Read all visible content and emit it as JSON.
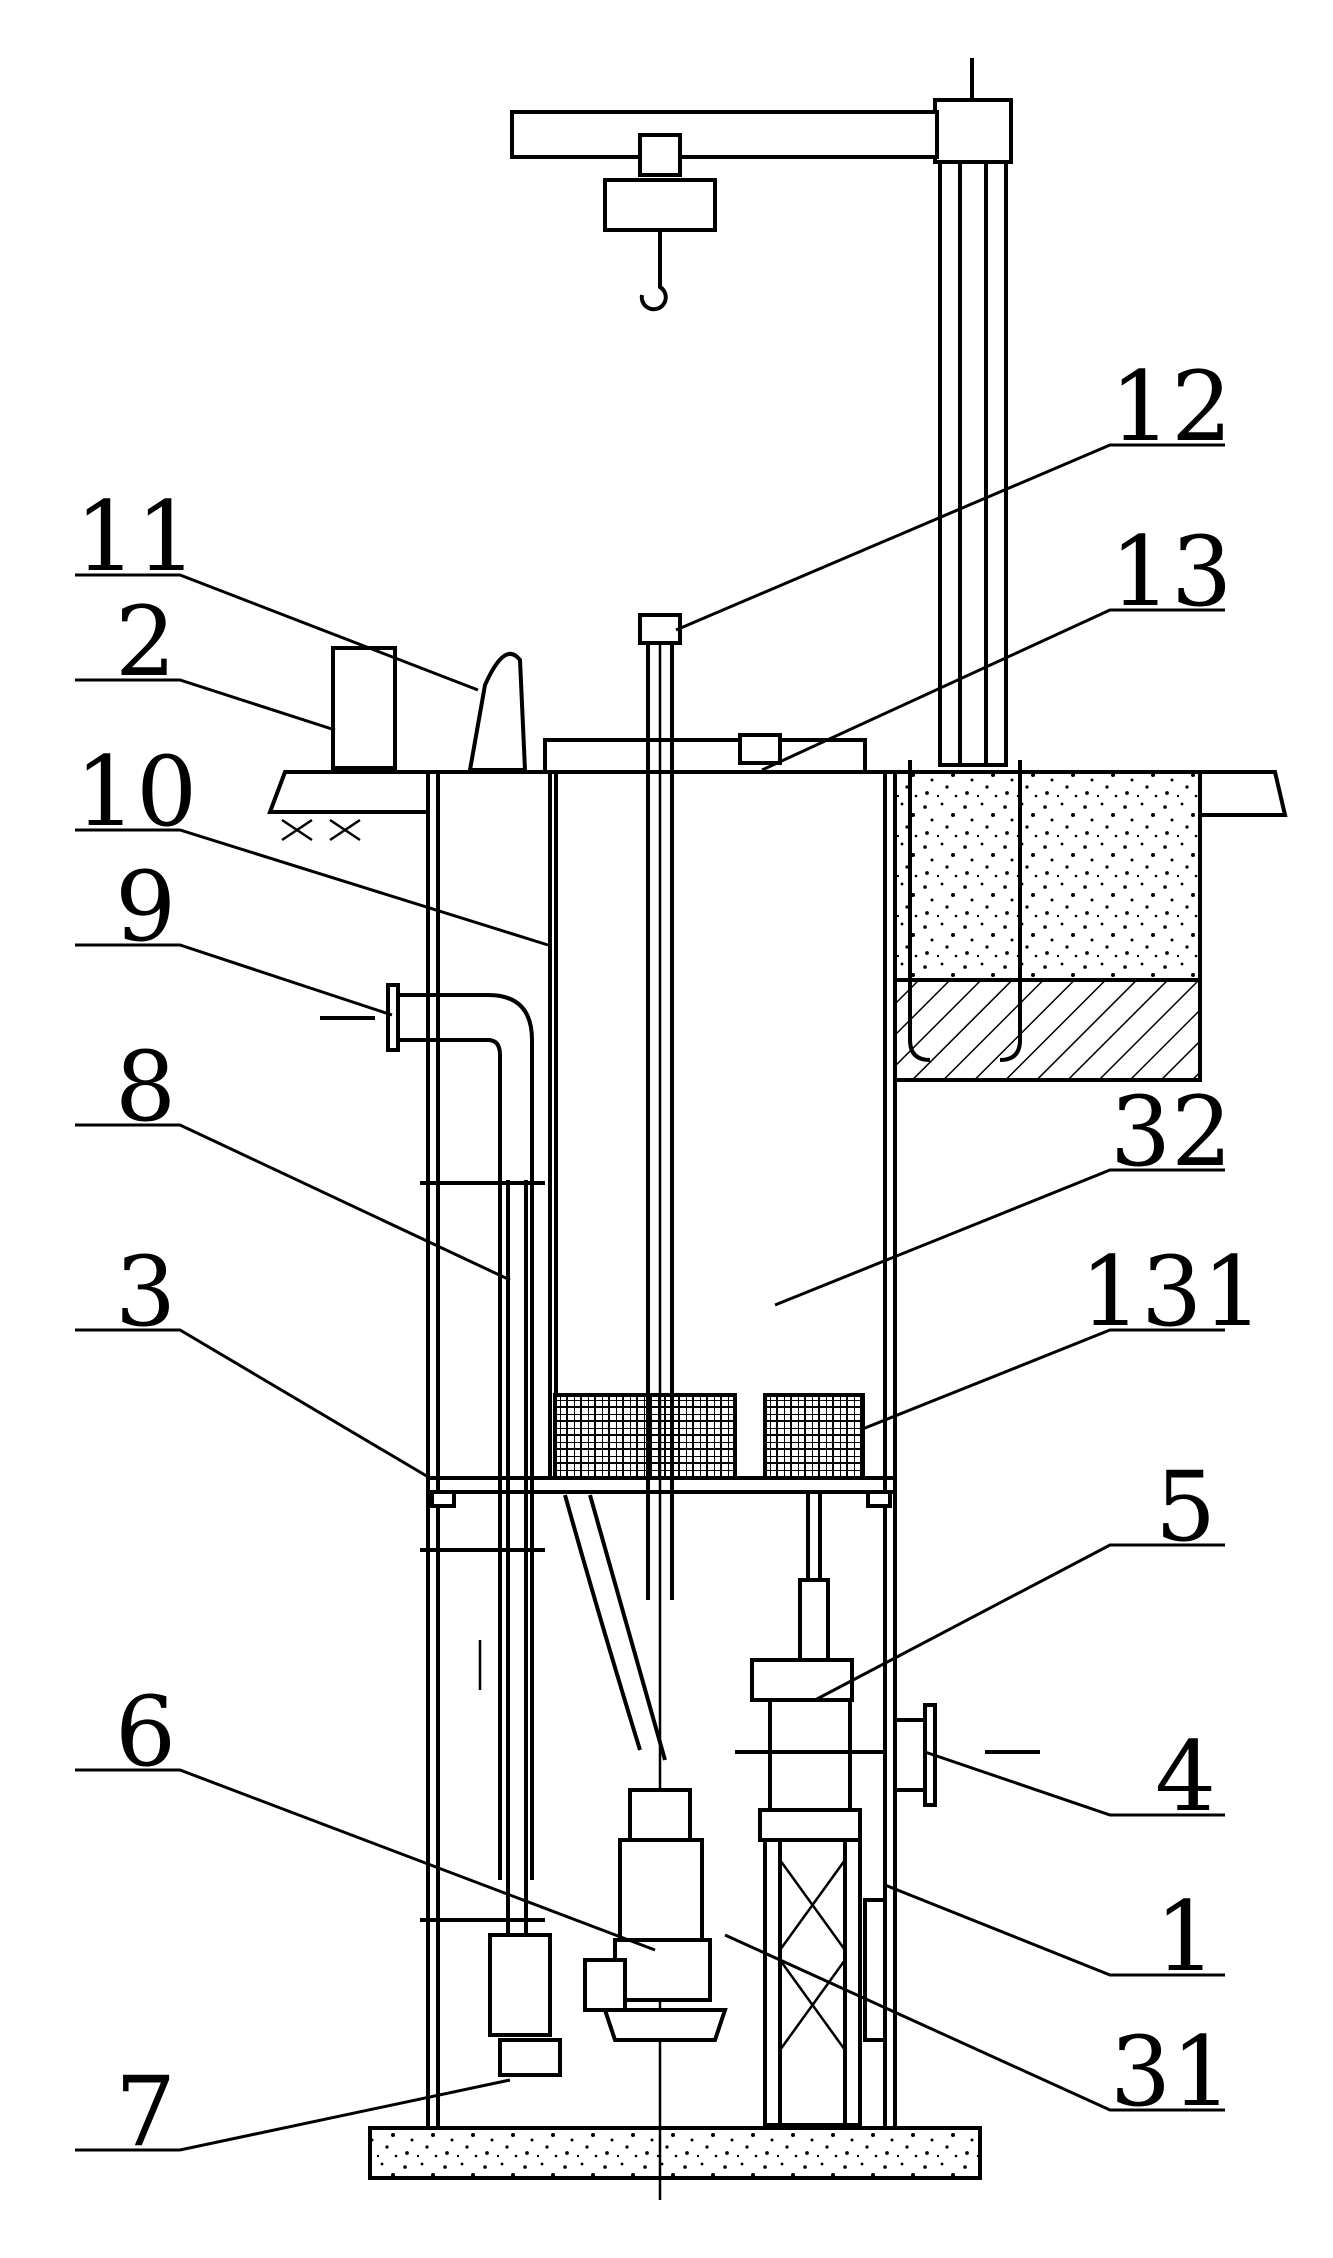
{
  "labels": {
    "l11": "11",
    "l2": "2",
    "l10": "10",
    "l9": "9",
    "l8": "8",
    "l3": "3",
    "l6": "6",
    "l7": "7",
    "l12": "12",
    "l13": "13",
    "l32": "32",
    "l131": "131",
    "l5": "5",
    "l4": "4",
    "l1": "1",
    "l31": "31"
  }
}
